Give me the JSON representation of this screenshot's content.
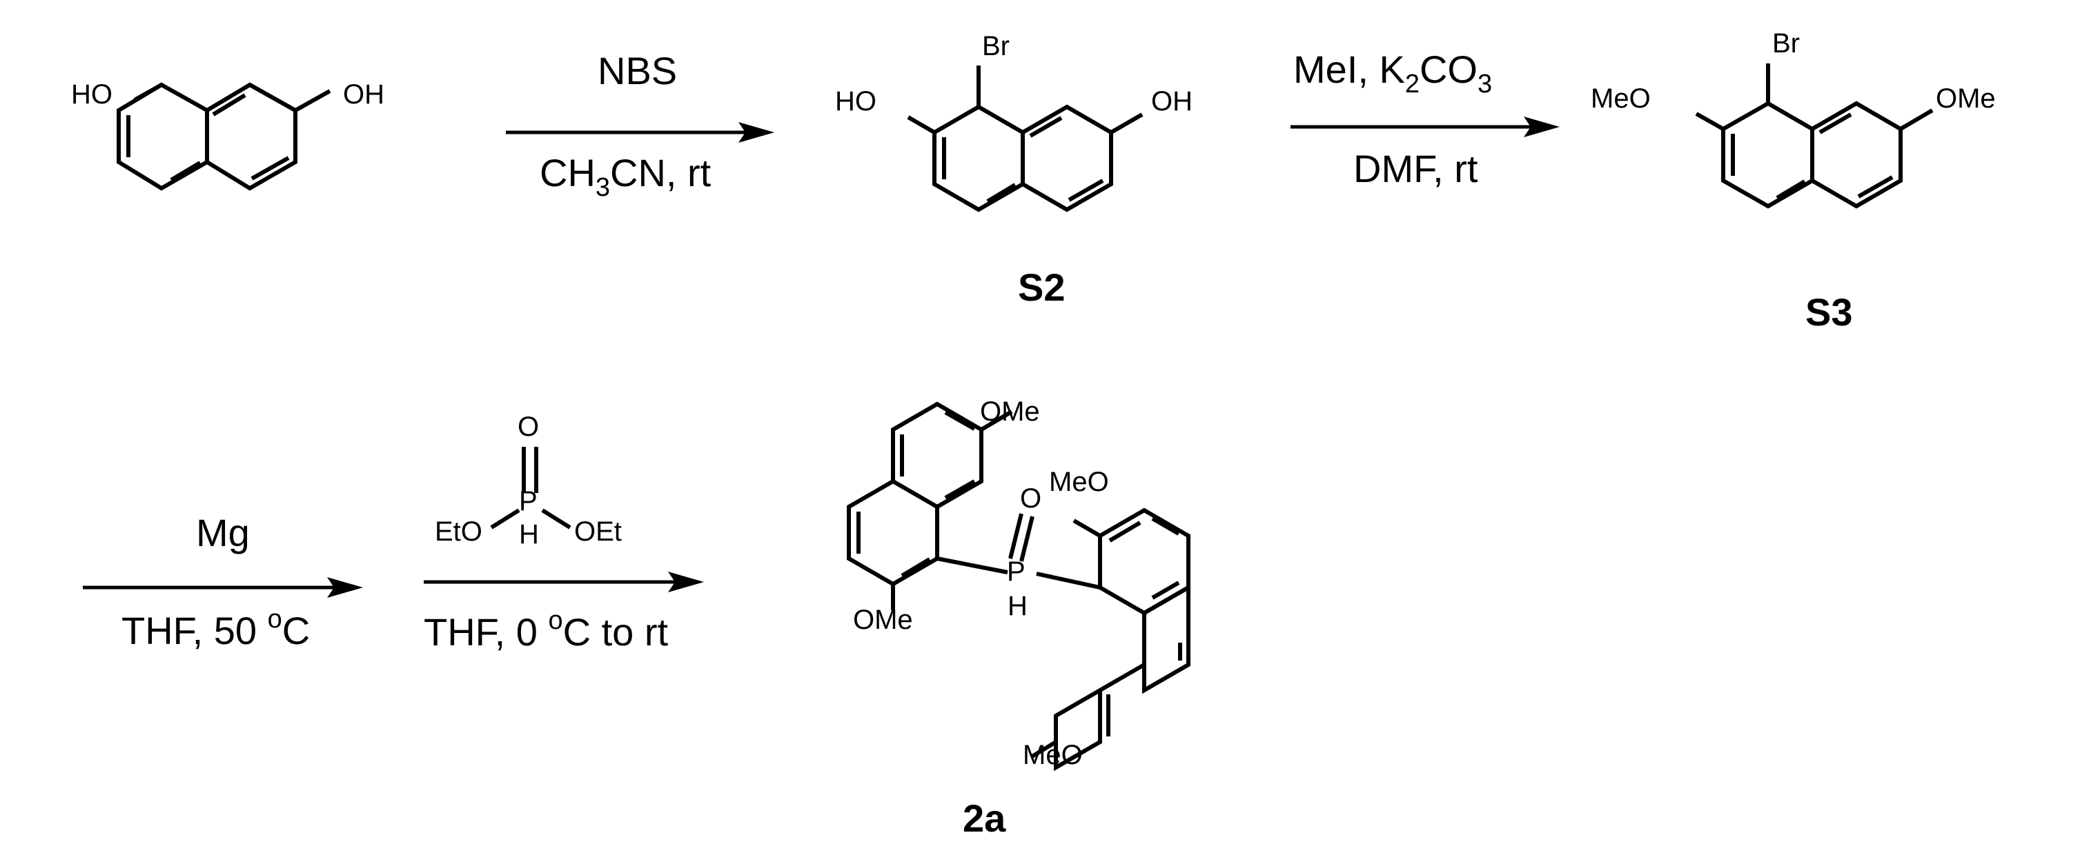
{
  "step1": {
    "reagent": "NBS",
    "conditions": "CH3CN, rt",
    "cond_parts": [
      "CH",
      "3",
      "CN, rt"
    ]
  },
  "step2": {
    "reagent": "MeI, K2CO3",
    "reagent_parts": [
      "MeI, K",
      "2",
      "CO",
      "3"
    ],
    "conditions": "DMF, rt"
  },
  "step3": {
    "reagent": "Mg",
    "conditions": "THF, 50 oC",
    "cond_parts": [
      "THF, 50 ",
      "o",
      "C"
    ]
  },
  "step4": {
    "reagent": {
      "o": "O",
      "p": "P",
      "h": "H",
      "left": "EtO",
      "right": "OEt"
    },
    "conditions": "THF, 0 oC to rt",
    "cond_parts": [
      "THF, 0 ",
      "o",
      "C to rt"
    ]
  },
  "start": {
    "left_oh": "HO",
    "right_oh": "OH"
  },
  "s2": {
    "label": "S2",
    "br": "Br",
    "left_oh": "HO",
    "right_oh": "OH"
  },
  "s3": {
    "label": "S3",
    "br": "Br",
    "left_ome": "MeO",
    "right_ome": "OMe"
  },
  "product": {
    "label": "2a",
    "ome_top": "OMe",
    "ome_upper_left": "OMe",
    "ome_right": "MeO",
    "ome_bottom": "MeO",
    "p": "P",
    "o": "O",
    "h": "H"
  }
}
